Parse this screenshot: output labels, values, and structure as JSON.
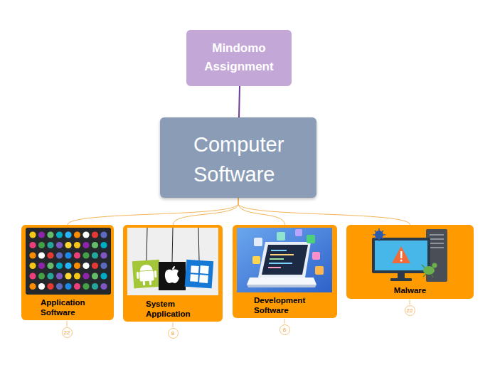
{
  "diagram": {
    "nodes": [
      {
        "text": [
          "Mindomo Assignment"
        ]
      },
      {
        "text": [
          "Computer Software"
        ]
      },
      {
        "text": [
          "Application Software"
        ]
      },
      {
        "text": [
          "System Application"
        ]
      },
      {
        "text": [
          "Development Software"
        ]
      },
      {
        "text": [
          "Malware"
        ]
      }
    ],
    "edges": [
      {
        "from": 0,
        "to": 1,
        "arrow": "none"
      },
      {
        "from": 1,
        "to": 2,
        "arrow": "none"
      },
      {
        "from": 1,
        "to": 3,
        "arrow": "none"
      },
      {
        "from": 1,
        "to": 4,
        "arrow": "none"
      },
      {
        "from": 1,
        "to": 5,
        "arrow": "none"
      }
    ],
    "labels": [
      "22",
      "8",
      "8",
      "22"
    ]
  }
}
